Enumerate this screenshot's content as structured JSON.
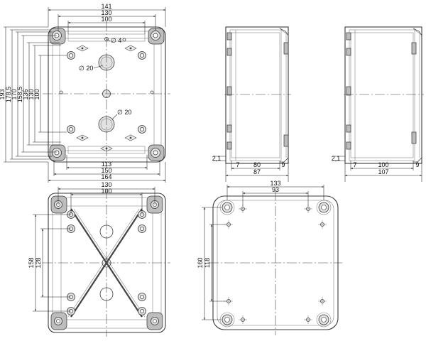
{
  "top_view": {
    "widths_top": [
      "141",
      "130",
      "100"
    ],
    "heights_left": [
      "193",
      "178,5",
      "170",
      "158,5",
      "136",
      "130",
      "100"
    ],
    "widths_bottom": [
      "113",
      "150",
      "164"
    ],
    "callouts": [
      "∅ 4",
      "∅ 20",
      "∅ 20"
    ]
  },
  "side_view_1": {
    "left_dims": [
      "2,1",
      "7"
    ],
    "bottom_dims": [
      "80",
      "87"
    ],
    "right_dim": "9"
  },
  "side_view_2": {
    "left_dims": [
      "2,1",
      "7"
    ],
    "bottom_dims": [
      "100",
      "107"
    ],
    "right_dim": "9"
  },
  "bottom_view": {
    "widths_top": [
      "130",
      "100"
    ],
    "heights_left": [
      "158",
      "128"
    ]
  },
  "lid_view": {
    "widths_top": [
      "133",
      "93"
    ],
    "heights_left": [
      "160",
      "118"
    ]
  }
}
